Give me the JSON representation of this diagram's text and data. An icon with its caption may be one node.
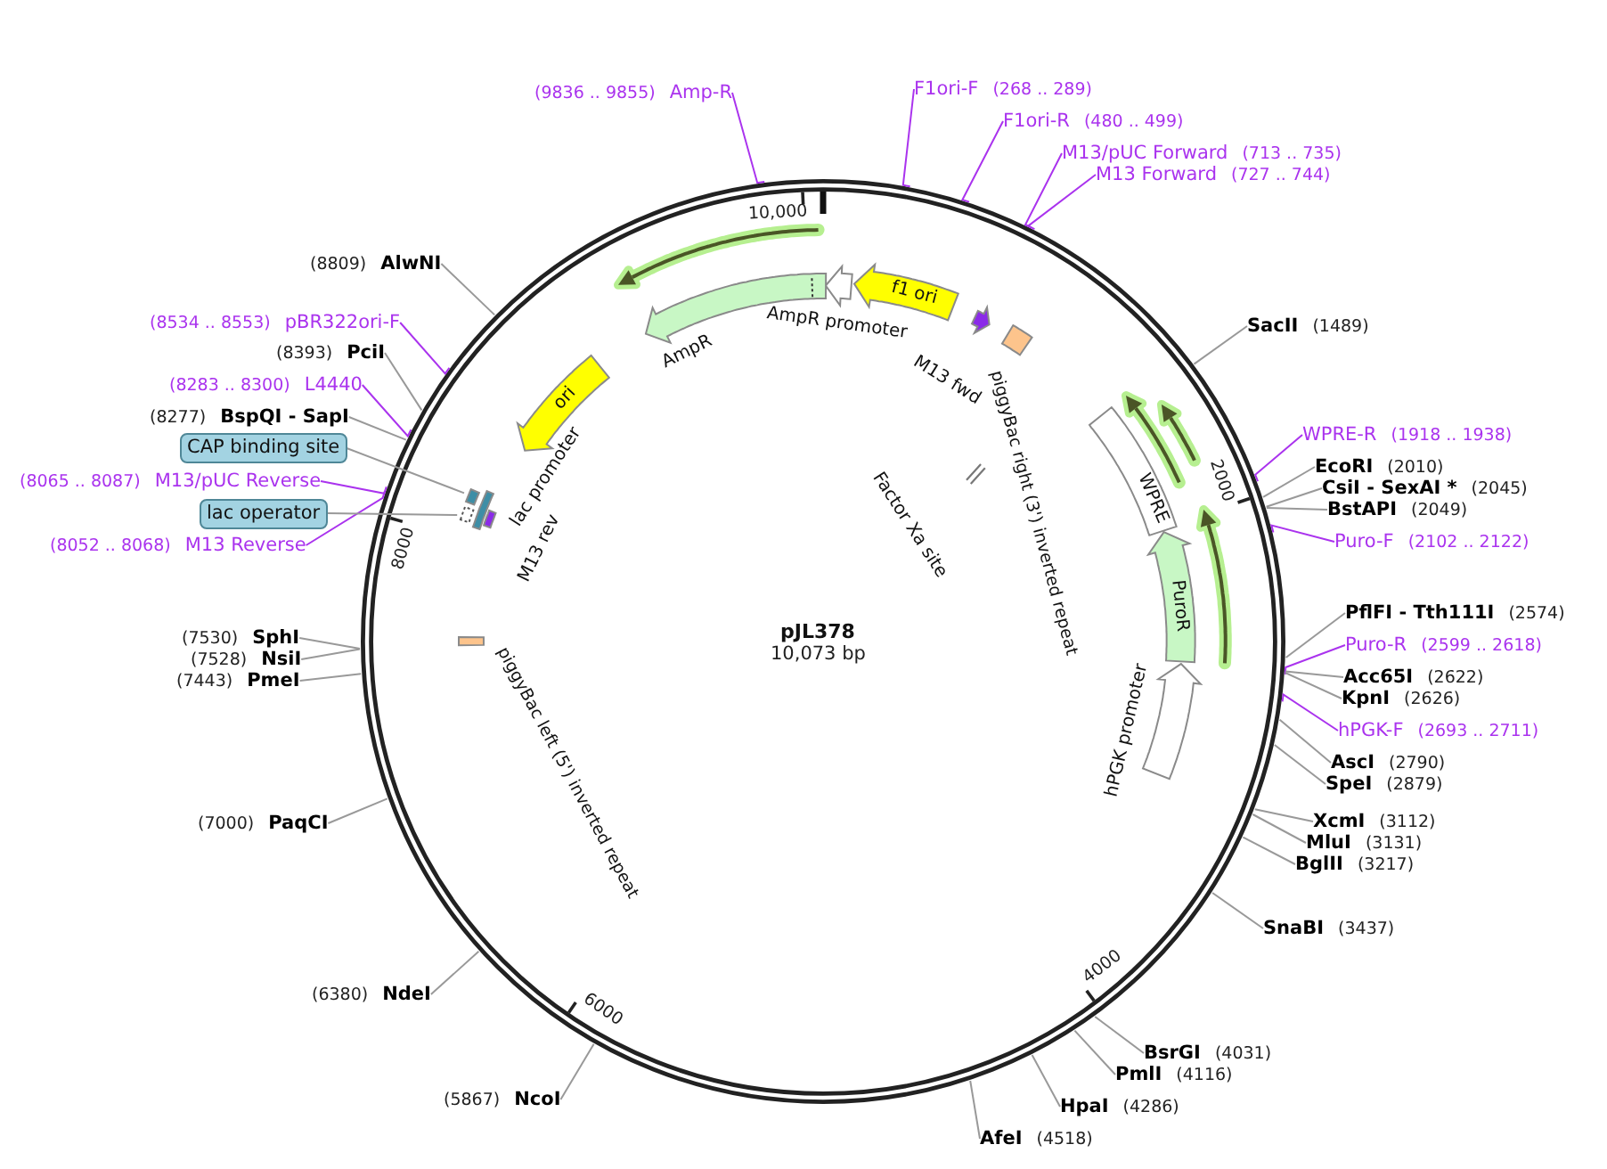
{
  "diagram": {
    "title": "pJL378",
    "nodes": [
      {
        "text": [
          "(9836 .. 9855)",
          "Amp-R"
        ]
      },
      {
        "text": [
          "F1ori-F",
          "(268 .. 289)"
        ]
      },
      {
        "text": [
          "F1ori-R",
          "(480 .. 499)"
        ]
      },
      {
        "text": [
          "M13/pUC Forward",
          "(713 .. 735)"
        ]
      },
      {
        "text": [
          "M13 Forward",
          "(727 .. 744)"
        ]
      },
      {
        "text": [
          "SacII",
          "(1489)"
        ]
      },
      {
        "text": [
          "WPRE-R",
          "(1918 .. 1938)"
        ]
      },
      {
        "text": [
          "EcoRI",
          "(2010)"
        ]
      },
      {
        "text": [
          "CsiI - SexAI *",
          "(2045)"
        ]
      },
      {
        "text": [
          "BstAPI",
          "(2049)"
        ]
      },
      {
        "text": [
          "Puro-F",
          "(2102 .. 2122)"
        ]
      },
      {
        "text": [
          "PflFI - Tth111I",
          "(2574)"
        ]
      },
      {
        "text": [
          "Puro-R",
          "(2599 .. 2618)"
        ]
      },
      {
        "text": [
          "Acc65I",
          "(2622)"
        ]
      },
      {
        "text": [
          "KpnI",
          "(2626)"
        ]
      },
      {
        "text": [
          "hPGK-F",
          "(2693 .. 2711)"
        ]
      },
      {
        "text": [
          "AscI",
          "(2790)"
        ]
      },
      {
        "text": [
          "SpeI",
          "(2879)"
        ]
      },
      {
        "text": [
          "XcmI",
          "(3112)"
        ]
      },
      {
        "text": [
          "MluI",
          "(3131)"
        ]
      },
      {
        "text": [
          "BglII",
          "(3217)"
        ]
      },
      {
        "text": [
          "SnaBI",
          "(3437)"
        ]
      },
      {
        "text": [
          "BsrGI",
          "(4031)"
        ]
      },
      {
        "text": [
          "PmlI",
          "(4116)"
        ]
      },
      {
        "text": [
          "HpaI",
          "(4286)"
        ]
      },
      {
        "text": [
          "AfeI",
          "(4518)"
        ]
      },
      {
        "text": [
          "(5867)",
          "NcoI"
        ]
      },
      {
        "text": [
          "(6380)",
          "NdeI"
        ]
      },
      {
        "text": [
          "(7000)",
          "PaqCI"
        ]
      },
      {
        "text": [
          "(7443)",
          "PmeI"
        ]
      },
      {
        "text": [
          "(7528)",
          "NsiI"
        ]
      },
      {
        "text": [
          "(7530)",
          "SphI"
        ]
      },
      {
        "text": [
          "(8052 .. 8068)",
          "M13 Reverse"
        ]
      },
      {
        "text": [
          "lac operator"
        ]
      },
      {
        "text": [
          "(8065 .. 8087)",
          "M13/pUC Reverse"
        ]
      },
      {
        "text": [
          "CAP binding site"
        ]
      },
      {
        "text": [
          "(8277)",
          "BspQI - SapI"
        ]
      },
      {
        "text": [
          "(8283 .. 8300)",
          "L4440"
        ]
      },
      {
        "text": [
          "(8393)",
          "PciI"
        ]
      },
      {
        "text": [
          "(8534 .. 8553)",
          "pBR322ori-F"
        ]
      },
      {
        "text": [
          "(8809)",
          "AlwNI"
        ]
      },
      {
        "text": [],
        "shape": "arrow"
      },
      {
        "text": [
          "AmpR promoter"
        ]
      },
      {
        "text": [
          "AmpR"
        ]
      },
      {
        "text": [
          "f1 ori"
        ]
      },
      {
        "text": [
          "ori"
        ]
      },
      {
        "text": [
          "lac promoter"
        ]
      },
      {
        "text": [],
        "shape": "box"
      },
      {
        "text": [],
        "shape": "box"
      },
      {
        "text": [
          "M13 rev"
        ]
      },
      {
        "text": [
          "M13 fwd"
        ]
      },
      {
        "text": [
          "piggyBac right (3') inverted repeat"
        ]
      },
      {
        "text": [
          "Factor Xa site"
        ]
      },
      {
        "text": [
          "WPRE"
        ]
      },
      {
        "text": [],
        "shape": "arrow"
      },
      {
        "text": [],
        "shape": "arrow"
      },
      {
        "text": [],
        "shape": "arrow"
      },
      {
        "text": [
          "PuroR"
        ]
      },
      {
        "text": [
          "hPGK promoter"
        ]
      },
      {
        "text": [
          "piggyBac left (5') inverted repeat"
        ]
      }
    ],
    "edges": [
      {
        "from": 0,
        "to": null,
        "arrow": "none",
        "color": "#aa33ee"
      },
      {
        "from": 1,
        "to": null,
        "arrow": "none",
        "color": "#aa33ee"
      },
      {
        "from": 2,
        "to": null,
        "arrow": "none",
        "color": "#aa33ee"
      },
      {
        "from": 3,
        "to": null,
        "arrow": "none",
        "color": "#aa33ee"
      },
      {
        "from": 4,
        "to": null,
        "arrow": "none",
        "color": "#aa33ee"
      },
      {
        "from": 5,
        "to": null,
        "arrow": "none"
      },
      {
        "from": 6,
        "to": null,
        "arrow": "none",
        "color": "#aa33ee"
      },
      {
        "from": 7,
        "to": null,
        "arrow": "none"
      },
      {
        "from": 8,
        "to": null,
        "arrow": "none"
      },
      {
        "from": 9,
        "to": null,
        "arrow": "none"
      },
      {
        "from": 10,
        "to": null,
        "arrow": "none",
        "color": "#aa33ee"
      },
      {
        "from": 11,
        "to": null,
        "arrow": "none"
      },
      {
        "from": 12,
        "to": null,
        "arrow": "none",
        "color": "#aa33ee"
      },
      {
        "from": 13,
        "to": null,
        "arrow": "none"
      },
      {
        "from": 14,
        "to": null,
        "arrow": "none"
      },
      {
        "from": 15,
        "to": null,
        "arrow": "none",
        "color": "#aa33ee"
      },
      {
        "from": 16,
        "to": null,
        "arrow": "none"
      },
      {
        "from": 17,
        "to": null,
        "arrow": "none"
      },
      {
        "from": 18,
        "to": null,
        "arrow": "none"
      },
      {
        "from": 19,
        "to": null,
        "arrow": "none"
      },
      {
        "from": 20,
        "to": null,
        "arrow": "none"
      },
      {
        "from": 21,
        "to": null,
        "arrow": "none"
      },
      {
        "from": 22,
        "to": null,
        "arrow": "none"
      },
      {
        "from": 23,
        "to": null,
        "arrow": "none"
      },
      {
        "from": 24,
        "to": null,
        "arrow": "none"
      },
      {
        "from": 25,
        "to": null,
        "arrow": "none"
      },
      {
        "from": 26,
        "to": null,
        "arrow": "none"
      },
      {
        "from": 27,
        "to": null,
        "arrow": "none"
      },
      {
        "from": 28,
        "to": null,
        "arrow": "none"
      },
      {
        "from": 29,
        "to": null,
        "arrow": "none"
      },
      {
        "from": 30,
        "to": null,
        "arrow": "none"
      },
      {
        "from": 31,
        "to": null,
        "arrow": "none"
      },
      {
        "from": 32,
        "to": null,
        "arrow": "none",
        "color": "#aa33ee"
      },
      {
        "from": 33,
        "to": 48,
        "arrow": "none"
      },
      {
        "from": 34,
        "to": null,
        "arrow": "none",
        "color": "#aa33ee"
      },
      {
        "from": 35,
        "to": 47,
        "arrow": "none"
      },
      {
        "from": 36,
        "to": null,
        "arrow": "none"
      },
      {
        "from": 37,
        "to": null,
        "arrow": "none",
        "color": "#aa33ee"
      },
      {
        "from": 38,
        "to": null,
        "arrow": "none"
      },
      {
        "from": 39,
        "to": null,
        "arrow": "none",
        "color": "#aa33ee"
      },
      {
        "from": 40,
        "to": null,
        "arrow": "none"
      }
    ],
    "labels": [
      "10,073 bp",
      "10,000",
      "2000",
      "4000",
      "6000",
      "8000"
    ]
  }
}
